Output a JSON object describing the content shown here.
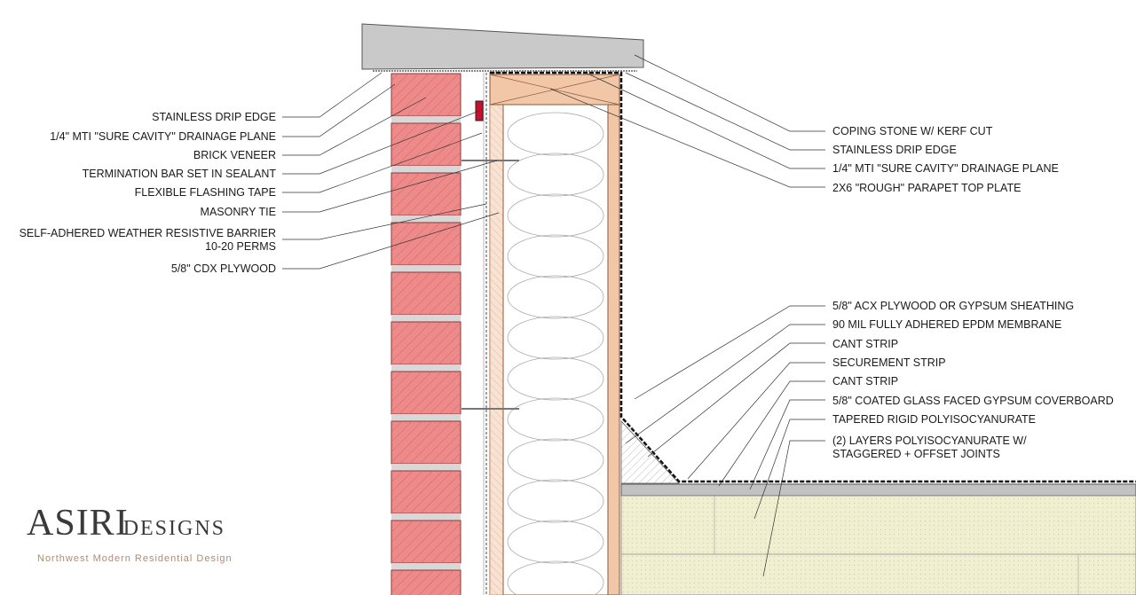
{
  "labels_left": [
    "STAINLESS DRIP EDGE",
    "1/4\" MTI \"SURE CAVITY\" DRAINAGE PLANE",
    "BRICK VENEER",
    "TERMINATION BAR SET IN SEALANT",
    "FLEXIBLE FLASHING TAPE",
    "MASONRY TIE",
    "SELF-ADHERED WEATHER RESISTIVE BARRIER",
    "10-20 PERMS",
    "5/8\" CDX PLYWOOD"
  ],
  "labels_right_top": [
    "COPING STONE W/ KERF CUT",
    "STAINLESS DRIP EDGE",
    "1/4\" MTI \"SURE CAVITY\" DRAINAGE PLANE",
    "2X6 \"ROUGH\" PARAPET TOP PLATE"
  ],
  "labels_right_bottom": [
    "5/8\" ACX PLYWOOD OR GYPSUM SHEATHING",
    "90 MIL FULLY ADHERED EPDM MEMBRANE",
    "CANT STRIP",
    "SECUREMENT STRIP",
    "CANT STRIP",
    "5/8\" COATED GLASS FACED GYPSUM COVERBOARD",
    "TAPERED RIGID POLYISOCYANURATE",
    "(2) LAYERS POLYISOCYANURATE W/",
    "STAGGERED + OFFSET JOINTS"
  ],
  "logo": {
    "name_main": "ASIRI",
    "name_sub": "DESIGNS",
    "tagline": "Northwest Modern Residential Design"
  },
  "colors": {
    "brick": "#ee8a8a",
    "stud": "#f2c7a8",
    "insulation": "#f1efd2",
    "coping": "#c9c9c9",
    "membrane": "#111111"
  }
}
